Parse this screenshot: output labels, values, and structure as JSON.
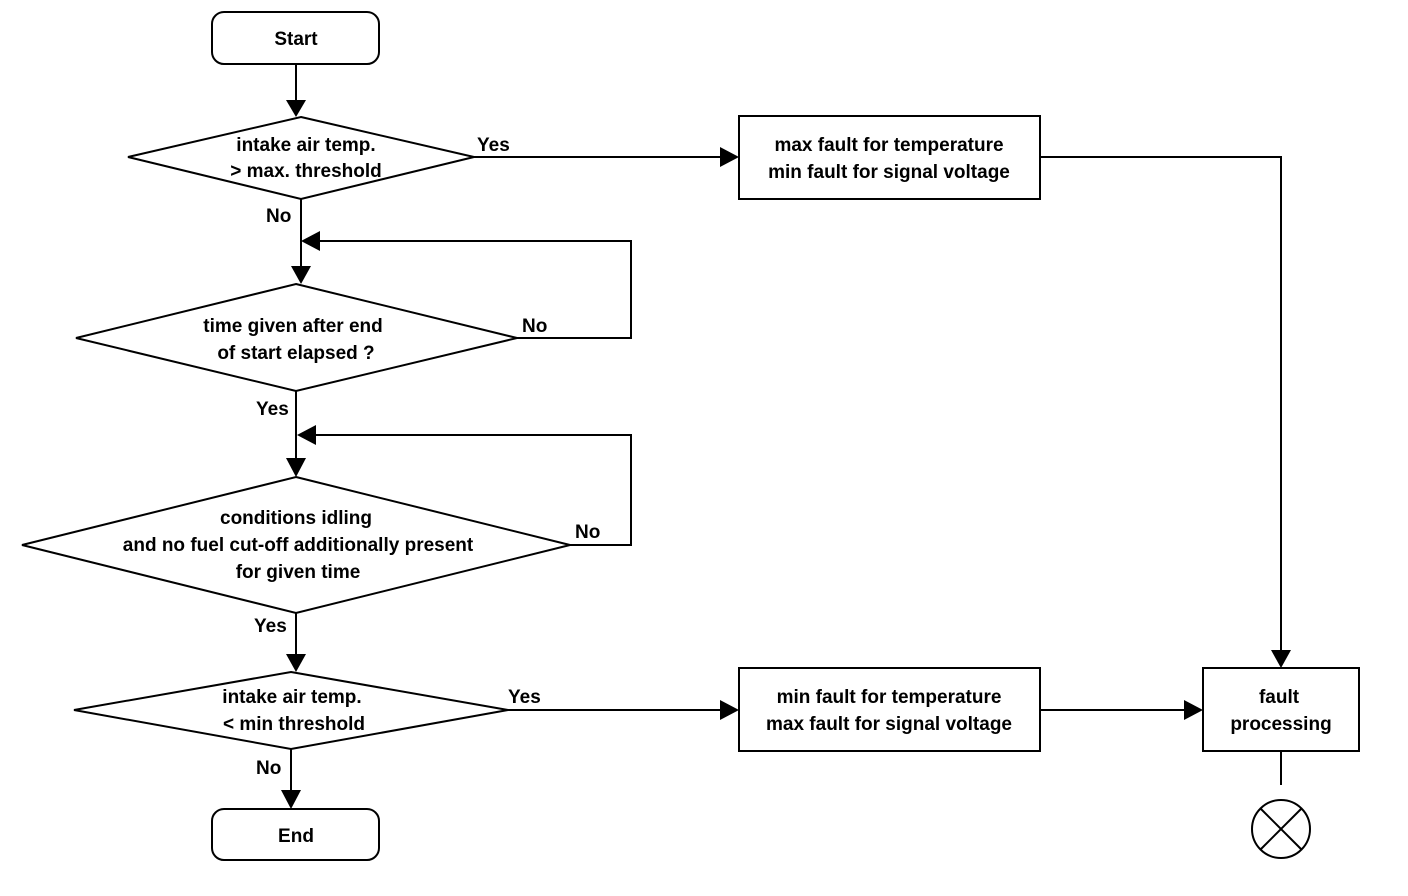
{
  "nodes": {
    "start": "Start",
    "d1": [
      "intake air temp.",
      "> max. threshold"
    ],
    "d2": [
      "time given after end",
      "of start elapsed ?"
    ],
    "d3": [
      "conditions idling",
      "and no fuel cut-off additionally present",
      "for given time"
    ],
    "d4": [
      "intake air temp.",
      "< min  threshold"
    ],
    "end": "End",
    "fault_max": [
      "max fault for temperature",
      "min fault for signal voltage"
    ],
    "fault_min": [
      "min fault for temperature",
      "max fault for signal voltage"
    ],
    "fault_processing": [
      "fault",
      "processing"
    ]
  },
  "edge_labels": {
    "d1_yes": "Yes",
    "d1_no": "No",
    "d2_no": "No",
    "d2_yes": "Yes",
    "d3_no": "No",
    "d3_yes": "Yes",
    "d4_yes": "Yes",
    "d4_no": "No"
  }
}
